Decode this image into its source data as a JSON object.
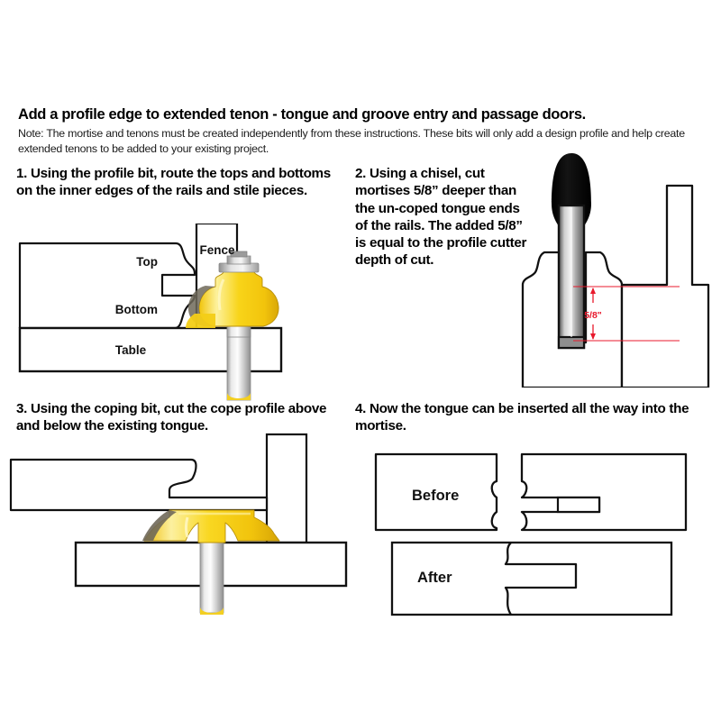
{
  "document": {
    "title": "Add a profile edge to extended tenon - tongue and groove entry and passage doors.",
    "note": "Note: The mortise and tenons must be created independently from these instructions. These bits will only add a design profile and help create extended tenons to be added to your existing project."
  },
  "steps": [
    {
      "id": "step-1",
      "text": "1. Using the profile bit, route the tops and bottoms on the inner edges of the rails and stile pieces.",
      "figure_labels": {
        "fence": "Fence",
        "top": "Top",
        "bottom": "Bottom",
        "table": "Table"
      }
    },
    {
      "id": "step-2",
      "text": "2. Using a chisel, cut mortises 5/8” deeper than the un-coped tongue ends of the rails. The added 5/8” is equal to the profile cutter depth of cut.",
      "figure_labels": {
        "dimension": "5/8\""
      }
    },
    {
      "id": "step-3",
      "text": "3. Using the coping bit, cut the cope profile above and below the existing tongue.",
      "figure_labels": {}
    },
    {
      "id": "step-4",
      "text": "4. Now the tongue can be inserted all the way into the mortise.",
      "figure_labels": {
        "before": "Before",
        "after": "After"
      }
    }
  ],
  "colors": {
    "outline": "#111111",
    "bit_yellow": "#f5cf1e",
    "bit_yellow_light": "#fbe98a",
    "bit_yellow_dark": "#d9a90c",
    "bit_shadow": "#6d6658",
    "steel_light": "#e8e8e8",
    "steel_mid": "#b6b6b6",
    "steel_dark": "#7d7d7d",
    "chisel_handle": "#0b0b0b",
    "dimension_red": "#e8192c",
    "background": "#ffffff"
  }
}
